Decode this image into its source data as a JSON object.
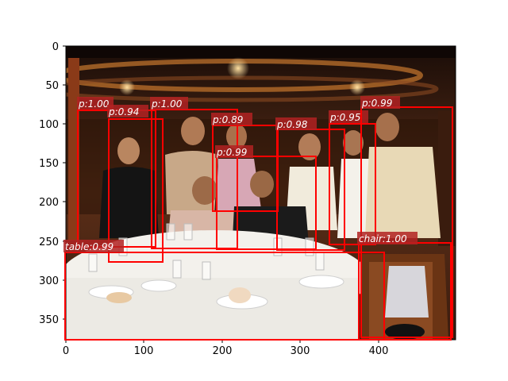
{
  "axes": {
    "x_ticks": [
      "0",
      "100",
      "200",
      "300",
      "400"
    ],
    "y_ticks": [
      "0",
      "50",
      "100",
      "150",
      "200",
      "250",
      "300",
      "350"
    ]
  },
  "detections": [
    {
      "label": "p:1.00"
    },
    {
      "label": "p:0.94"
    },
    {
      "label": "p:1.00"
    },
    {
      "label": "p:0.89"
    },
    {
      "label": "p:0.98"
    },
    {
      "label": "p:0.95"
    },
    {
      "label": "p:0.99"
    },
    {
      "label": "p:0.99"
    },
    {
      "label": "table:0.99"
    },
    {
      "label": "chair:1.00"
    }
  ],
  "colors": {
    "box": "#ff0000",
    "label_bg": "#b22222",
    "label_text": "#ffffff"
  },
  "photo": {
    "description_icon": "dining-group-photo"
  }
}
